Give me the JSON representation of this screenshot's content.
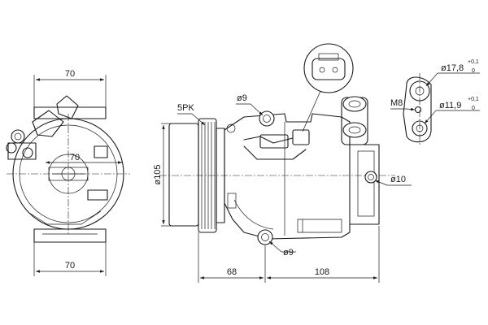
{
  "colors": {
    "line": "#1a1a1a",
    "background": "#ffffff"
  },
  "front_view": {
    "dim_top": "70",
    "dim_middle": "70",
    "dim_bottom": "70"
  },
  "side_view": {
    "belt_label": "5PK",
    "pulley_diameter": "ø105",
    "hole_upper": "ø9",
    "hole_lower": "ø9",
    "hole_right": "ø10",
    "length_left": "68",
    "length_right": "108"
  },
  "port_detail": {
    "thread": "M8",
    "port_a": {
      "value": "ø17,8",
      "tol_upper": "+0,1",
      "tol_lower": "0"
    },
    "port_b": {
      "value": "ø11,9",
      "tol_upper": "+0,1",
      "tol_lower": "0"
    }
  }
}
